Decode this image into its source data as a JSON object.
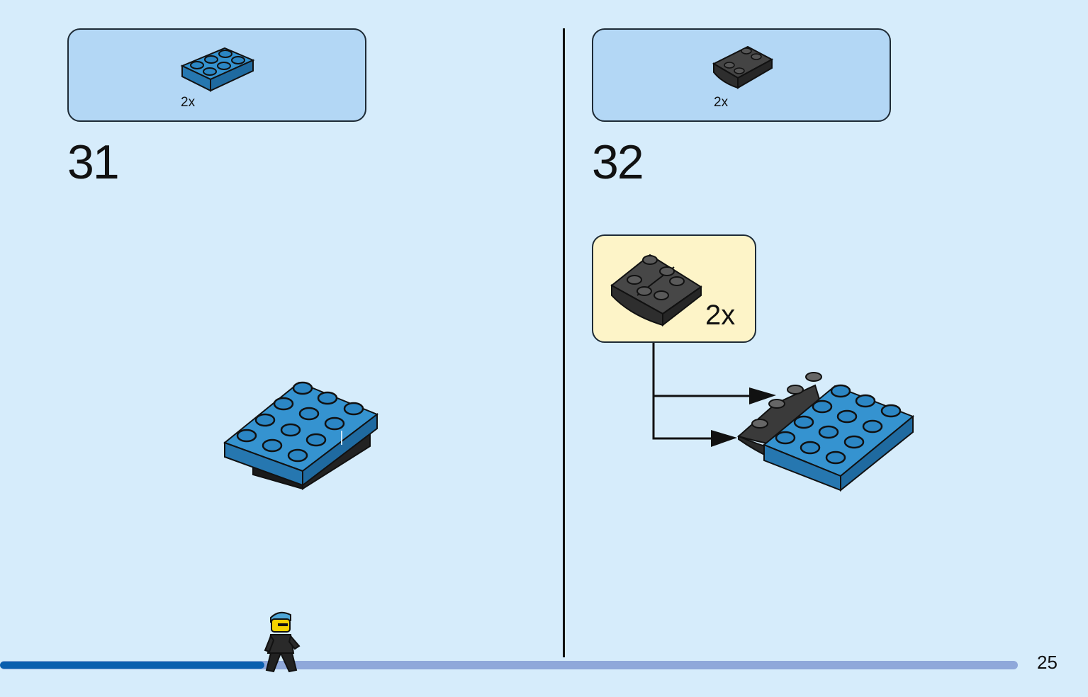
{
  "steps": [
    {
      "number": "31",
      "parts": [
        {
          "quantity": "2x",
          "part": "2x3 plate",
          "color": "#2e87c4"
        }
      ]
    },
    {
      "number": "32",
      "parts": [
        {
          "quantity": "2x",
          "part": "curved inverted slope",
          "color": "#3a3a3a"
        }
      ],
      "callout": {
        "quantity": "2x",
        "background": "#fdf4c8"
      }
    }
  ],
  "page": {
    "number": "25",
    "progress_fraction": 0.26,
    "progress_done_color": "#0a5eae",
    "progress_rest_color": "#8fa8da"
  },
  "colors": {
    "background": "#d6ecfb",
    "parts_box": "#b3d7f5",
    "brick_blue": "#2e87c4",
    "brick_black": "#3a3a3a"
  }
}
